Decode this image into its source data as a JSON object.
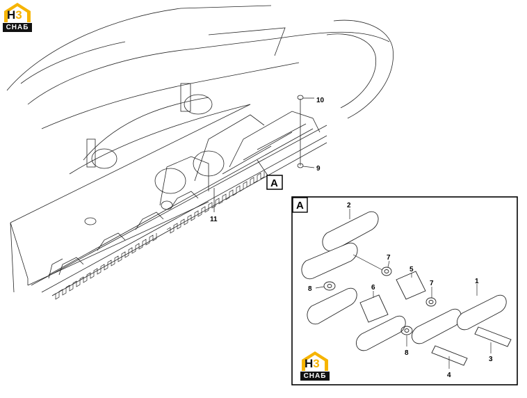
{
  "detail": {
    "box_label": "A",
    "pointer_label": "A"
  },
  "main_callouts": {
    "c10": "10",
    "c9": "9",
    "c11": "11"
  },
  "detail_callouts": {
    "c1": "1",
    "c2": "2",
    "c3": "3",
    "c4": "4",
    "c5": "5",
    "c6": "6",
    "c7a": "7",
    "c7b": "7",
    "c8a": "8",
    "c8b": "8"
  },
  "logo": {
    "mark_left": "H",
    "mark_right": "3",
    "bar_text": "CHAБ"
  },
  "colors": {
    "line": "#222222",
    "logo_yellow": "#f6b400",
    "logo_dark": "#111111"
  }
}
